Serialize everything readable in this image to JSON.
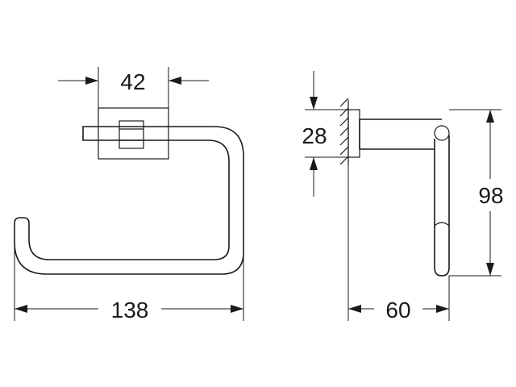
{
  "front_view": {
    "dim_mount_width": "42",
    "dim_overall_width": "138"
  },
  "side_view": {
    "dim_mount_height": "28",
    "dim_overall_height": "98",
    "dim_projection": "60"
  },
  "colors": {
    "line": "#1a1a1a",
    "background": "#ffffff"
  }
}
